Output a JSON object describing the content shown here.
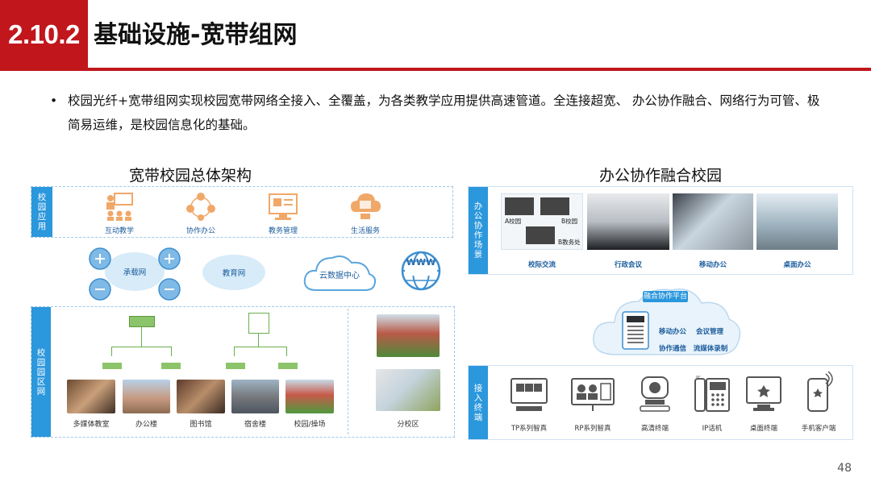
{
  "header": {
    "section_number": "2.10.2",
    "title": "基础设施-宽带组网"
  },
  "bullet": {
    "marker": "•",
    "text": "校园光纤+宽带组网实现校园宽带网络全接入、全覆盖，为各类教学应用提供高速管道。全连接超宽、 办公协作融合、网络行为可管、极简易运维，是校园信息化的基础。"
  },
  "left": {
    "title": "宽带校园总体架构",
    "top_sidebar": "校园应用",
    "apps": [
      "互动教学",
      "协作办公",
      "教务管理",
      "生活服务"
    ],
    "networks": [
      "承载网",
      "教育网",
      "云数据中心",
      "WWW"
    ],
    "bottom_sidebar": "校园园区网",
    "buildings": [
      "多媒体教室",
      "办公楼",
      "图书馆",
      "宿舍楼",
      "校园/操场"
    ],
    "branch": "分校区"
  },
  "right": {
    "title": "办公协作融合校园",
    "top_sidebar": "办公协作场景",
    "scenes": [
      "校际交流",
      "行政会议",
      "移动办公",
      "桌面办公"
    ],
    "school_labels": [
      "A校园",
      "B校园",
      "B教务处"
    ],
    "platform": {
      "title": "融合协作平台",
      "features": [
        "移动办公",
        "会议管理",
        "协作通信",
        "流媒体录制"
      ]
    },
    "bottom_sidebar": "接入终端",
    "terminals": [
      "TP系列智真",
      "RP系列智真",
      "高清终端",
      "IP话机",
      "桌面终端",
      "手机客户端"
    ]
  },
  "page_number": "48",
  "colors": {
    "brand_red": "#c0161c",
    "sidebar_blue": "#2b97dc",
    "app_orange": "#f0a868",
    "wire_green": "#6ab04c"
  }
}
